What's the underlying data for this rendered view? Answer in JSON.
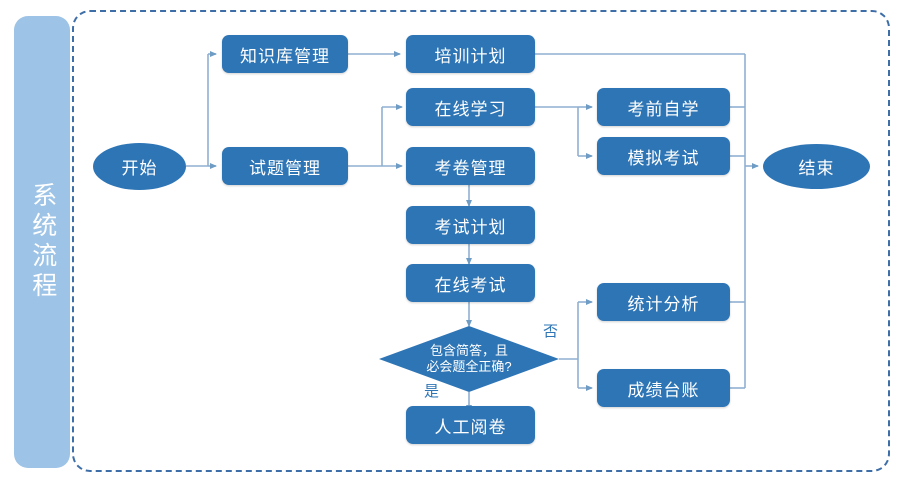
{
  "diagram": {
    "title": "系统流程",
    "colors": {
      "node_fill": "#2E75B6",
      "banner_fill": "#9DC3E6",
      "frame_border": "#3E6EA8",
      "connector": "#8FAFD0",
      "text": "#FFFFFF"
    }
  },
  "banner": {
    "label": "系统流程"
  },
  "nodes": {
    "start": "开始",
    "knowledge_base": "知识库管理",
    "training_plan": "培训计划",
    "question_bank": "试题管理",
    "online_study": "在线学习",
    "exam_paper": "考卷管理",
    "exam_plan": "考试计划",
    "online_exam": "在线考试",
    "pre_exam_self_study": "考前自学",
    "mock_exam": "模拟考试",
    "statistics": "统计分析",
    "score_ledger": "成绩台账",
    "manual_grading": "人工阅卷",
    "end": "结束"
  },
  "decision": {
    "line1": "包含简答，且",
    "line2": "必会题全正确?"
  },
  "edge_labels": {
    "no": "否",
    "yes": "是"
  },
  "chart_data": {
    "type": "flowchart",
    "title": "系统流程",
    "nodes": [
      {
        "id": "start",
        "label": "开始",
        "shape": "ellipse"
      },
      {
        "id": "knowledge_base",
        "label": "知识库管理",
        "shape": "rounded-rect"
      },
      {
        "id": "training_plan",
        "label": "培训计划",
        "shape": "rounded-rect"
      },
      {
        "id": "question_bank",
        "label": "试题管理",
        "shape": "rounded-rect"
      },
      {
        "id": "online_study",
        "label": "在线学习",
        "shape": "rounded-rect"
      },
      {
        "id": "exam_paper",
        "label": "考卷管理",
        "shape": "rounded-rect"
      },
      {
        "id": "exam_plan",
        "label": "考试计划",
        "shape": "rounded-rect"
      },
      {
        "id": "online_exam",
        "label": "在线考试",
        "shape": "rounded-rect"
      },
      {
        "id": "decision",
        "label": "包含简答，且必会题全正确?",
        "shape": "diamond"
      },
      {
        "id": "manual_grading",
        "label": "人工阅卷",
        "shape": "rounded-rect"
      },
      {
        "id": "pre_exam_self_study",
        "label": "考前自学",
        "shape": "rounded-rect"
      },
      {
        "id": "mock_exam",
        "label": "模拟考试",
        "shape": "rounded-rect"
      },
      {
        "id": "statistics",
        "label": "统计分析",
        "shape": "rounded-rect"
      },
      {
        "id": "score_ledger",
        "label": "成绩台账",
        "shape": "rounded-rect"
      },
      {
        "id": "end",
        "label": "结束",
        "shape": "ellipse"
      }
    ],
    "edges": [
      {
        "from": "start",
        "to": "knowledge_base",
        "label": ""
      },
      {
        "from": "start",
        "to": "question_bank",
        "label": ""
      },
      {
        "from": "knowledge_base",
        "to": "training_plan",
        "label": ""
      },
      {
        "from": "training_plan",
        "to": "end",
        "label": ""
      },
      {
        "from": "question_bank",
        "to": "online_study",
        "label": ""
      },
      {
        "from": "question_bank",
        "to": "exam_paper",
        "label": ""
      },
      {
        "from": "online_study",
        "to": "pre_exam_self_study",
        "label": ""
      },
      {
        "from": "online_study",
        "to": "mock_exam",
        "label": ""
      },
      {
        "from": "pre_exam_self_study",
        "to": "end",
        "label": ""
      },
      {
        "from": "mock_exam",
        "to": "end",
        "label": ""
      },
      {
        "from": "exam_paper",
        "to": "exam_plan",
        "label": ""
      },
      {
        "from": "exam_plan",
        "to": "online_exam",
        "label": ""
      },
      {
        "from": "online_exam",
        "to": "decision",
        "label": ""
      },
      {
        "from": "decision",
        "to": "manual_grading",
        "label": "是"
      },
      {
        "from": "decision",
        "to": "statistics",
        "label": "否"
      },
      {
        "from": "decision",
        "to": "score_ledger",
        "label": "否"
      },
      {
        "from": "statistics",
        "to": "end",
        "label": ""
      },
      {
        "from": "score_ledger",
        "to": "end",
        "label": ""
      }
    ]
  }
}
